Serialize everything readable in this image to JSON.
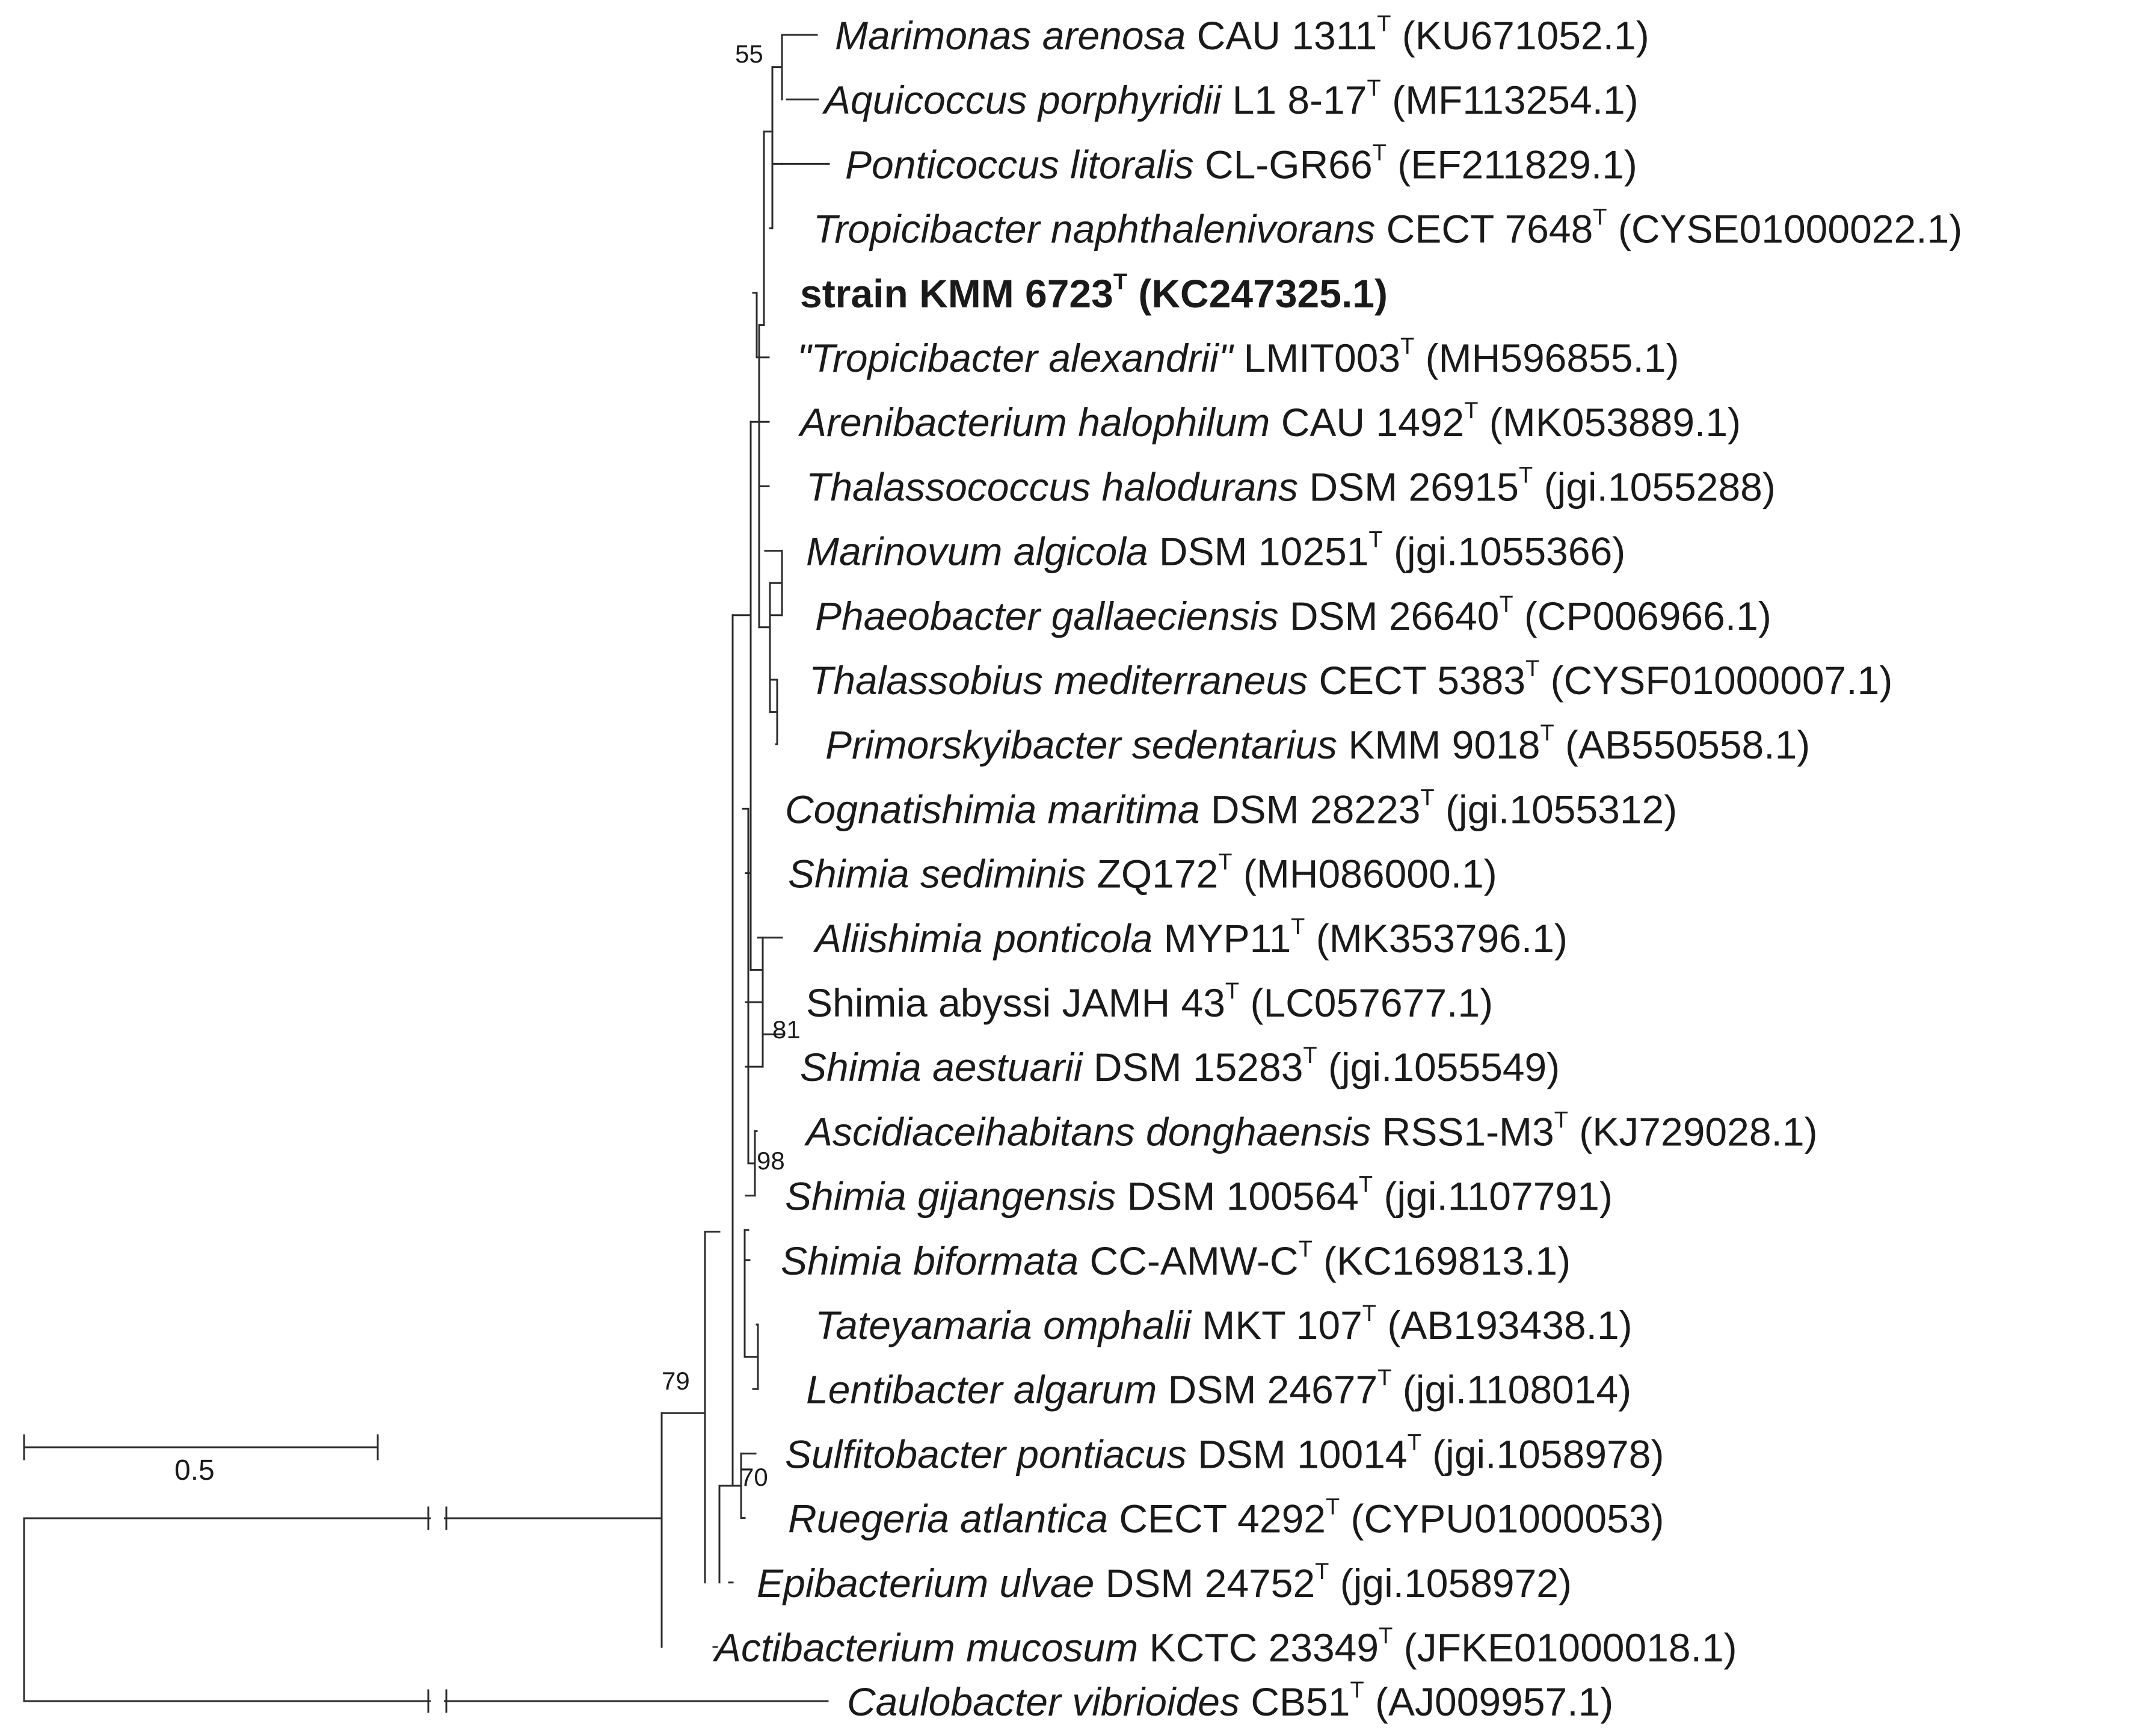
{
  "colors": {
    "background": "#ffffff",
    "branch": "#2b2b2b",
    "text": "#1a1a1a"
  },
  "scale_bar": {
    "value": 0.5,
    "label": "0.5"
  },
  "support_values": [
    {
      "node": "marimonas-aquicoccus",
      "value": "55"
    },
    {
      "node": "shimia-abyssi-aestuarii",
      "value": "81"
    },
    {
      "node": "ascidiaceihabitans-shimia-gijangensis",
      "value": "98"
    },
    {
      "node": "sulfitobacter-ruegeria",
      "value": "70"
    },
    {
      "node": "ingroup-excluding-actibacterium",
      "value": "79"
    }
  ],
  "taxa": [
    {
      "id": "marimonas",
      "italic": "Marimonas arenosa",
      "strain": "CAU 1311",
      "sup": "T",
      "accession": "(KU671052.1)"
    },
    {
      "id": "aquicoccus",
      "italic": "Aquicoccus porphyridii",
      "strain": "L1 8-17",
      "sup": "T",
      "accession": "(MF113254.1)"
    },
    {
      "id": "ponticoccus",
      "italic": "Ponticoccus litoralis",
      "strain": "CL-GR66",
      "sup": "T",
      "accession": "(EF211829.1)"
    },
    {
      "id": "tropicibacter-naph",
      "italic": "Tropicibacter naphthalenivorans",
      "strain": "CECT 7648",
      "sup": "T",
      "accession": "(CYSE01000022.1)"
    },
    {
      "id": "kmm6723",
      "bold": true,
      "italic": "",
      "strain": "strain KMM 6723",
      "sup": "T",
      "accession": "(KC247325.1)"
    },
    {
      "id": "tropicibacter-alex",
      "italic": "\"Tropicibacter alexandrii\"",
      "strain": "LMIT003",
      "sup": "T",
      "accession": "(MH596855.1)"
    },
    {
      "id": "arenibacterium",
      "italic": "Arenibacterium halophilum",
      "strain": "CAU 1492",
      "sup": "T",
      "accession": "(MK053889.1)"
    },
    {
      "id": "thalassococcus",
      "italic": "Thalassococcus halodurans",
      "strain": "DSM 26915",
      "sup": "T",
      "accession": "(jgi.1055288)"
    },
    {
      "id": "marinovum",
      "italic": "Marinovum algicola",
      "strain": "DSM 10251",
      "sup": "T",
      "accession": "(jgi.1055366)"
    },
    {
      "id": "phaeobacter",
      "italic": "Phaeobacter gallaeciensis",
      "strain": "DSM 26640",
      "sup": "T",
      "accession": "(CP006966.1)"
    },
    {
      "id": "thalassobius",
      "italic": "Thalassobius mediterraneus",
      "strain": "CECT 5383",
      "sup": "T",
      "accession": "(CYSF01000007.1)"
    },
    {
      "id": "primorskyibacter",
      "italic": "Primorskyibacter sedentarius",
      "strain": "KMM 9018",
      "sup": "T",
      "accession": "(AB550558.1)"
    },
    {
      "id": "cognatishimia",
      "italic": "Cognatishimia maritima",
      "strain": "DSM 28223",
      "sup": "T",
      "accession": "(jgi.1055312)"
    },
    {
      "id": "shimia-sediminis",
      "italic": "Shimia sediminis",
      "strain": "ZQ172",
      "sup": "T",
      "accession": "(MH086000.1)"
    },
    {
      "id": "aliishimia",
      "italic": "Aliishimia ponticola",
      "strain": "MYP11",
      "sup": "T",
      "accession": "(MK353796.1)"
    },
    {
      "id": "shimia-abyssi",
      "italic": "",
      "strain": "Shimia abyssi JAMH 43",
      "sup": "T",
      "accession": "(LC057677.1)"
    },
    {
      "id": "shimia-aestuarii",
      "italic": "Shimia aestuarii",
      "strain": "DSM 15283",
      "sup": "T",
      "accession": "(jgi.1055549)"
    },
    {
      "id": "ascidiaceihabitans",
      "italic": "Ascidiaceihabitans donghaensis",
      "strain": "RSS1-M3",
      "sup": "T",
      "accession": "(KJ729028.1)"
    },
    {
      "id": "shimia-gijangensis",
      "italic": "Shimia gijangensis",
      "strain": "DSM 100564",
      "sup": "T",
      "accession": "(jgi.1107791)"
    },
    {
      "id": "shimia-biformata",
      "italic": "Shimia biformata",
      "strain": "CC-AMW-C",
      "sup": "T",
      "accession": "(KC169813.1)"
    },
    {
      "id": "tateyamaria",
      "italic": "Tateyamaria omphalii",
      "strain": "MKT 107",
      "sup": "T",
      "accession": "(AB193438.1)"
    },
    {
      "id": "lentibacter",
      "italic": "Lentibacter algarum",
      "strain": "DSM 24677",
      "sup": "T",
      "accession": "(jgi.1108014)"
    },
    {
      "id": "sulfitobacter",
      "italic": "Sulfitobacter pontiacus",
      "strain": "DSM 10014",
      "sup": "T",
      "accession": "(jgi.1058978)"
    },
    {
      "id": "ruegeria",
      "italic": "Ruegeria atlantica",
      "strain": "CECT 4292",
      "sup": "T",
      "accession": "(CYPU01000053)"
    },
    {
      "id": "epibacterium",
      "italic": "Epibacterium ulvae",
      "strain": "DSM 24752",
      "sup": "T",
      "accession": "(jgi.1058972)"
    },
    {
      "id": "actibacterium",
      "italic": "Actibacterium mucosum",
      "strain": "KCTC 23349",
      "sup": "T",
      "accession": "(JFKE01000018.1)"
    },
    {
      "id": "caulobacter",
      "italic": "Caulobacter vibrioides",
      "strain": "CB51",
      "sup": "T",
      "accession": "(AJ009957.1)"
    }
  ]
}
